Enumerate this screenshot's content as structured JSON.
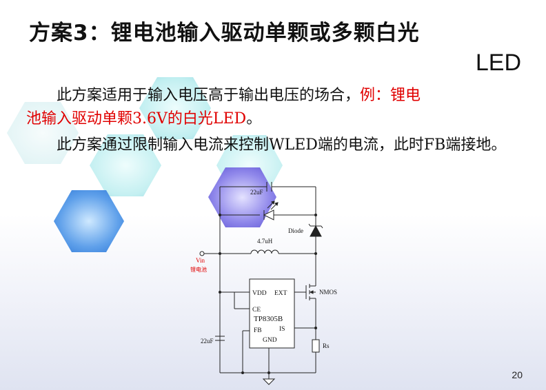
{
  "slide": {
    "title_line1": "方案3：锂电池输入驱动单颗或多颗白光",
    "title_line2": "LED",
    "para1_prefix": "此方案适用于输入电压高于输出电压的场合，",
    "para1_red_inline": "例：锂电",
    "para1_red_line2": "池输入驱动单颗3.6V的白光LED",
    "para1_suffix": "。",
    "para2": "此方案通过限制输入电流来控制WLED端的电流，此时FB端接地。",
    "page_number": "20"
  },
  "circuit": {
    "cap_top_label": "22uF",
    "diode_label": "Diode",
    "inductor_label": "4.7uH",
    "vin_label": "Vin",
    "vin_sub_label": "锂电池",
    "cap_bottom_label": "22uF",
    "chip_name": "TP8305B",
    "pin_vdd": "VDD",
    "pin_ext": "EXT",
    "pin_ce": "CE",
    "pin_fb": "FB",
    "pin_is": "IS",
    "pin_gnd": "GND",
    "nmos_label": "NMOS",
    "rs_label": "Rs"
  },
  "colors": {
    "accent_red": "#e00000",
    "hex_blue": "#6fa8e8",
    "hex_cyan": "#a8e6ea",
    "hex_purple": "#8a80e6"
  }
}
